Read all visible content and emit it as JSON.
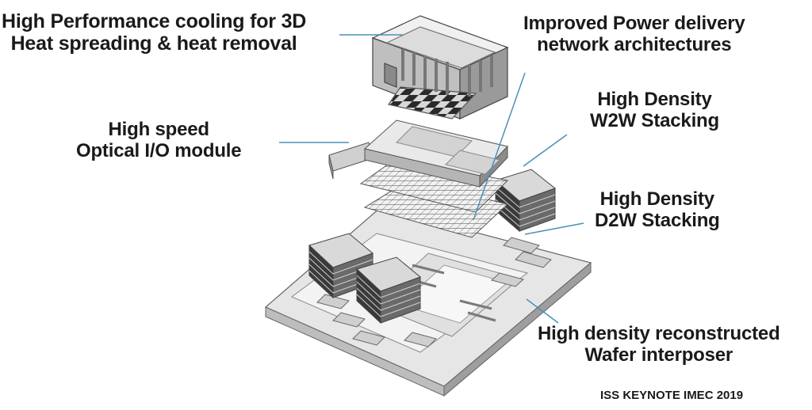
{
  "labels": {
    "cooling": {
      "line1": "High Performance cooling for 3D",
      "line2": "Heat spreading & heat removal"
    },
    "power": {
      "line1": "Improved Power delivery",
      "line2": "network architectures"
    },
    "w2w": {
      "line1": "High Density",
      "line2": "W2W Stacking"
    },
    "optical": {
      "line1": "High speed",
      "line2": "Optical I/O module"
    },
    "d2w": {
      "line1": "High Density",
      "line2": "D2W Stacking"
    },
    "interposer": {
      "line1": "High density reconstructed",
      "line2": "Wafer interposer"
    }
  },
  "credit": "ISS KEYNOTE IMEC 2019",
  "colors": {
    "leader": "#4a90b8",
    "text": "#1a1a1a",
    "outline": "#555555"
  }
}
